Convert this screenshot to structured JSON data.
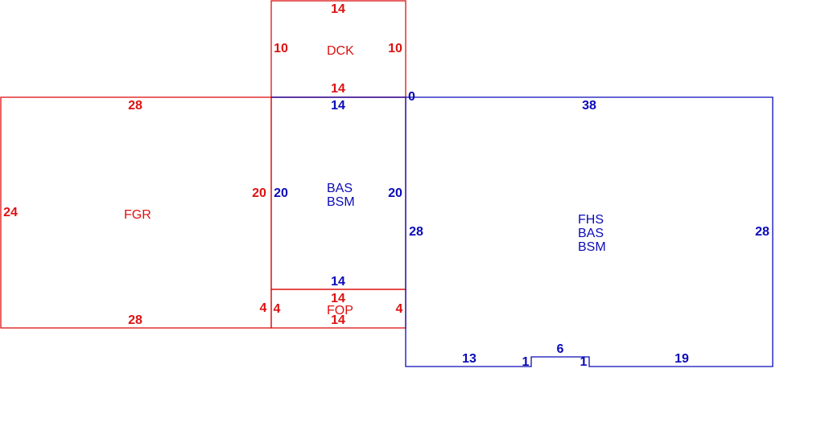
{
  "colors": {
    "red": "#dd1111",
    "blue": "#0a0ab8"
  },
  "areas": {
    "dck": {
      "codes": [
        "DCK"
      ],
      "dims": [
        "14",
        "10",
        "10",
        "14"
      ]
    },
    "fgr": {
      "codes": [
        "FGR"
      ],
      "dims": [
        "28",
        "24",
        "20",
        "28",
        "4"
      ]
    },
    "fop": {
      "codes": [
        "FOP"
      ],
      "dims": [
        "14",
        "4",
        "4",
        "14"
      ]
    },
    "bas_small": {
      "codes": [
        "BAS",
        "BSM"
      ],
      "dims": [
        "14",
        "20",
        "20",
        "14"
      ]
    },
    "main": {
      "codes": [
        "FHS",
        "BAS",
        "BSM"
      ],
      "dims": [
        "0",
        "38",
        "28",
        "28",
        "13",
        "1",
        "6",
        "1",
        "19"
      ]
    }
  }
}
